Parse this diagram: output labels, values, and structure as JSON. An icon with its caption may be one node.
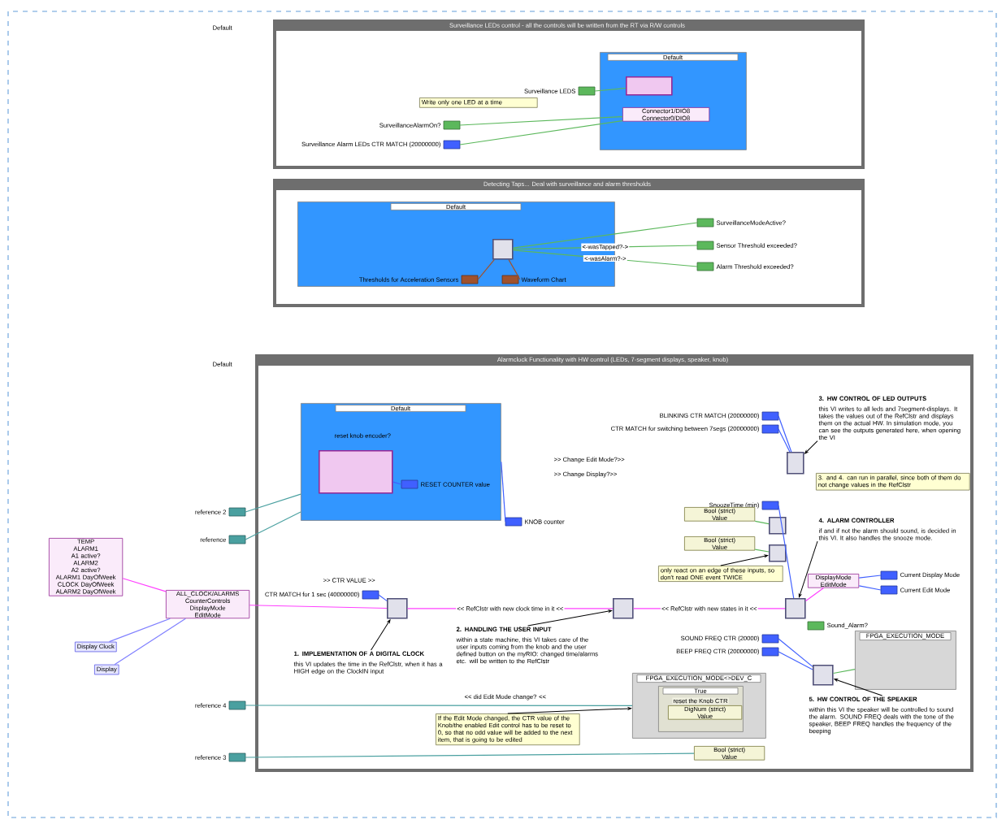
{
  "diagram": {
    "nodes": [
      {
        "text": [
          "Surveillance LEDs control - all the controls will be written from the RT via R/W controls"
        ]
      },
      {
        "text": [
          "Default"
        ],
        "in": 0
      },
      {
        "text": [
          "Write only one LED at a time"
        ],
        "in": 0
      },
      {
        "text": [
          "Surveillance LEDS"
        ],
        "in": 0
      },
      {
        "text": [
          "SurveillanceAlarmOn?"
        ],
        "in": 0
      },
      {
        "text": [
          "Surveillance Alarm LEDs CTR MATCH (20000000)"
        ],
        "in": 0
      },
      {
        "text": [],
        "shape": "box",
        "in": 1
      },
      {
        "text": [
          "Connector1/DIO8",
          "Connector0/DIO8"
        ],
        "in": 1
      },
      {
        "text": [
          "Detecting Taps... Deal with surveillance and alarm thresholds"
        ]
      },
      {
        "text": [
          "Default"
        ],
        "in": 8
      },
      {
        "text": [],
        "shape": "box",
        "in": 9
      },
      {
        "text": [
          "Thresholds for Acceleration Sensors"
        ],
        "in": 9
      },
      {
        "text": [
          "Waveform Chart"
        ],
        "in": 9
      },
      {
        "text": [
          "SurveillanceModeActive?"
        ],
        "in": 8
      },
      {
        "text": [
          "Sensor Threshold exceeded?"
        ],
        "in": 8
      },
      {
        "text": [
          "Alarm Threshold exceeded?"
        ],
        "in": 8
      },
      {
        "text": [
          "Alarmclock Functionality with HW control (LEDs, 7-segment displays, speaker, knob)"
        ]
      },
      {
        "text": [
          "Default"
        ],
        "in": 16
      },
      {
        "text": [
          "reset knob encoder?"
        ],
        "in": 17
      },
      {
        "text": [],
        "shape": "box",
        "in": 17
      },
      {
        "text": [
          "RESET COUNTER value"
        ],
        "in": 17
      },
      {
        "text": [
          "KNOB counter"
        ],
        "in": 16
      },
      {
        "text": [
          "CTR MATCH for 1 sec (40000000)"
        ],
        "in": 16
      },
      {
        "text": [],
        "shape": "box",
        "in": 16
      },
      {
        "text": [
          "1. IMPLEMENTATION OF A DIGITAL CLOCK",
          "this VI updates the time in the RefClstr, when it has a HIGH edge on the ClockIN input"
        ],
        "in": 16
      },
      {
        "text": [],
        "shape": "box",
        "in": 16
      },
      {
        "text": [
          "2. HANDLING THE USER INPUT",
          "within a state machine, this VI takes care of the user inputs coming from the knob and the user defined button on the myRIO: changed time/alarms etc. will be written to the RefClstr"
        ],
        "in": 16
      },
      {
        "text": [
          "BLINKING CTR MATCH (20000000)"
        ],
        "in": 16
      },
      {
        "text": [
          "CTR MATCH for switching between 7segs (20000000)"
        ],
        "in": 16
      },
      {
        "text": [],
        "shape": "box",
        "in": 16
      },
      {
        "text": [
          "3. HW CONTROL OF LED OUTPUTS",
          "this VI writes to all leds and 7segment-displays. It takes the values out of the RefClstr and displays them on the actual HW. In simulation mode, you can see the outputs generated here, when opening the VI"
        ],
        "in": 16
      },
      {
        "text": [
          "3. and 4. can run in parallel, since both of them do not change values in the RefClstr"
        ],
        "in": 16
      },
      {
        "text": [
          "SnoozeTime (min)"
        ],
        "in": 16
      },
      {
        "text": [],
        "shape": "box",
        "in": 16
      },
      {
        "text": [],
        "shape": "box",
        "in": 16
      },
      {
        "text": [
          "only react on an edge of these inputs, so don't read ONE event TWICE"
        ],
        "in": 16
      },
      {
        "text": [
          "4. ALARM CONTROLLER",
          "if and if not the alarm should sound, is decided in this VI. It also handles the snooze mode."
        ],
        "in": 16
      },
      {
        "text": [],
        "shape": "box",
        "in": 16
      },
      {
        "text": [
          "DisplayMode",
          "EditMode"
        ],
        "in": 16
      },
      {
        "text": [
          "Current Display Mode"
        ],
        "in": 16
      },
      {
        "text": [
          "Current Edit Mode"
        ],
        "in": 16
      },
      {
        "text": [
          "Sound_Alarm?"
        ],
        "in": 16
      },
      {
        "text": [
          "SOUND FREQ CTR (20000)"
        ],
        "in": 16
      },
      {
        "text": [
          "BEEP FREQ CTR (20000000)"
        ],
        "in": 16
      },
      {
        "text": [],
        "shape": "box",
        "in": 16
      },
      {
        "text": [
          "FPGA_EXECUTION_MODE"
        ],
        "in": 16
      },
      {
        "text": [
          "5. HW CONTROL OF THE SPEAKER",
          "within this VI the speaker will be controlled to sound the alarm. SOUND FREQ deals with the tone of the speaker, BEEP FREQ handles the frequency of the beeping"
        ],
        "in": 16
      },
      {
        "text": [
          "FPGA_EXECUTION_MODE<>DEV_C"
        ],
        "in": 16
      },
      {
        "text": [
          "True",
          "reset the Knob CTR"
        ],
        "in": 47
      },
      {
        "text": [
          "If the Edit Mode changed, the CTR value of the Knob/the enabled Edit control has to be reset to 0, so that no odd value will be added to the next item, that is going to be edited"
        ],
        "in": 16
      },
      {
        "text": [
          "Bool (strict)",
          "Value"
        ],
        "in": 16
      },
      {
        "text": [
          "Bool (strict)",
          "Value"
        ],
        "in": 16
      },
      {
        "text": [
          "Bool (strict)",
          "Value"
        ],
        "in": 16
      },
      {
        "text": [
          "DigNum (strict)",
          "Value"
        ],
        "in": 48
      },
      {
        "text": [
          "reference 2"
        ]
      },
      {
        "text": [
          "reference"
        ]
      },
      {
        "text": [
          "reference 4"
        ]
      },
      {
        "text": [
          "reference 3"
        ]
      },
      {
        "text": [
          "TEMP",
          "ALARM1",
          "A1 active?",
          "ALARM2",
          "A2 active?",
          "ALARM1 DayOfWeek",
          "CLOCK DayOfWeek",
          "ALARM2 DayOfWeek"
        ]
      },
      {
        "text": [
          "ALL_CLOCK/ALARMS",
          "CounterControls",
          "DisplayMode",
          "EditMode"
        ]
      },
      {
        "text": [
          "Display Clock"
        ]
      },
      {
        "text": [
          "Display"
        ]
      }
    ],
    "edges": [
      {
        "from": 3,
        "to": 6,
        "arrow": "none",
        "color": "#5cb85c"
      },
      {
        "from": 4,
        "to": 7,
        "arrow": "none",
        "color": "#5cb85c"
      },
      {
        "from": 5,
        "to": 7,
        "arrow": "none",
        "color": "#5cb85c"
      },
      {
        "from": 10,
        "to": 13,
        "arrow": "none",
        "color": "#5cb85c"
      },
      {
        "from": 10,
        "to": 14,
        "arrow": "none",
        "label": "<-wasTapped?->",
        "color": "#5cb85c"
      },
      {
        "from": 10,
        "to": 15,
        "arrow": "none",
        "label": "<-wasAlarm?->",
        "color": "#5cb85c"
      },
      {
        "from": 11,
        "to": 10,
        "arrow": "none",
        "color": "#a0522d"
      },
      {
        "from": 12,
        "to": 10,
        "arrow": "none",
        "color": "#a0522d"
      },
      {
        "from": 19,
        "to": 20,
        "arrow": "none",
        "color": "#4060ff"
      },
      {
        "from": 17,
        "to": 21,
        "arrow": "none",
        "color": "#4060ff"
      },
      {
        "from": 22,
        "to": 23,
        "arrow": "none",
        "color": "#4060ff"
      },
      {
        "from": 58,
        "to": 59,
        "arrow": "none",
        "color": "#ff40ff"
      },
      {
        "from": 60,
        "to": 59,
        "arrow": "none",
        "color": "#8080ff"
      },
      {
        "from": 61,
        "to": 59,
        "arrow": "none",
        "color": "#8080ff"
      },
      {
        "from": 59,
        "to": 23,
        "arrow": "none",
        "color": "#ff40ff"
      },
      {
        "from": 23,
        "to": 25,
        "arrow": "none",
        "label": "<< RefClstr with new clock time in it <<",
        "color": "#ff40ff"
      },
      {
        "from": 25,
        "to": 37,
        "arrow": "none",
        "label": "<< RefClstr with new states in it <<",
        "color": "#ff40ff"
      },
      {
        "from": 27,
        "to": 29,
        "arrow": "none",
        "color": "#4060ff"
      },
      {
        "from": 28,
        "to": 29,
        "arrow": "none",
        "color": "#4060ff"
      },
      {
        "from": 32,
        "to": 37,
        "arrow": "none",
        "color": "#4060ff"
      },
      {
        "from": 51,
        "to": 33,
        "arrow": "none",
        "color": "#5cb85c"
      },
      {
        "from": 52,
        "to": 34,
        "arrow": "none",
        "color": "#5cb85c"
      },
      {
        "from": 37,
        "to": 38,
        "arrow": "none",
        "color": "#ff40ff"
      },
      {
        "from": 38,
        "to": 39,
        "arrow": "none",
        "color": "#4060ff"
      },
      {
        "from": 38,
        "to": 40,
        "arrow": "none",
        "color": "#4060ff"
      },
      {
        "from": 42,
        "to": 44,
        "arrow": "none",
        "color": "#4060ff"
      },
      {
        "from": 43,
        "to": 44,
        "arrow": "none",
        "color": "#4060ff"
      },
      {
        "from": 44,
        "to": 45,
        "arrow": "none",
        "color": "#5cb85c"
      },
      {
        "from": 54,
        "to": 17,
        "arrow": "none",
        "color": "#4aa0a0"
      },
      {
        "from": 55,
        "to": 17,
        "arrow": "none",
        "color": "#4aa0a0"
      },
      {
        "from": 56,
        "to": 47,
        "arrow": "none",
        "color": "#4aa0a0"
      },
      {
        "from": 57,
        "to": 50,
        "arrow": "none",
        "color": "#4aa0a0"
      },
      {
        "from": 24,
        "to": 23,
        "arrow": "to",
        "color": "#000000"
      },
      {
        "from": 26,
        "to": 25,
        "arrow": "to",
        "color": "#000000"
      },
      {
        "from": 30,
        "to": 29,
        "arrow": "to",
        "color": "#000000"
      },
      {
        "from": 36,
        "to": 37,
        "arrow": "to",
        "color": "#000000"
      },
      {
        "from": 35,
        "to": 34,
        "arrow": "to",
        "color": "#000000"
      },
      {
        "from": 46,
        "to": 44,
        "arrow": "to",
        "color": "#000000"
      },
      {
        "from": 49,
        "to": 47,
        "arrow": "to",
        "color": "#000000"
      }
    ],
    "labels": [
      "Default",
      "Default",
      ">> Change Edit Mode?>>",
      ">> Change Display?>>",
      ">> CTR VALUE >>",
      "<< did Edit Mode change? <<"
    ]
  }
}
